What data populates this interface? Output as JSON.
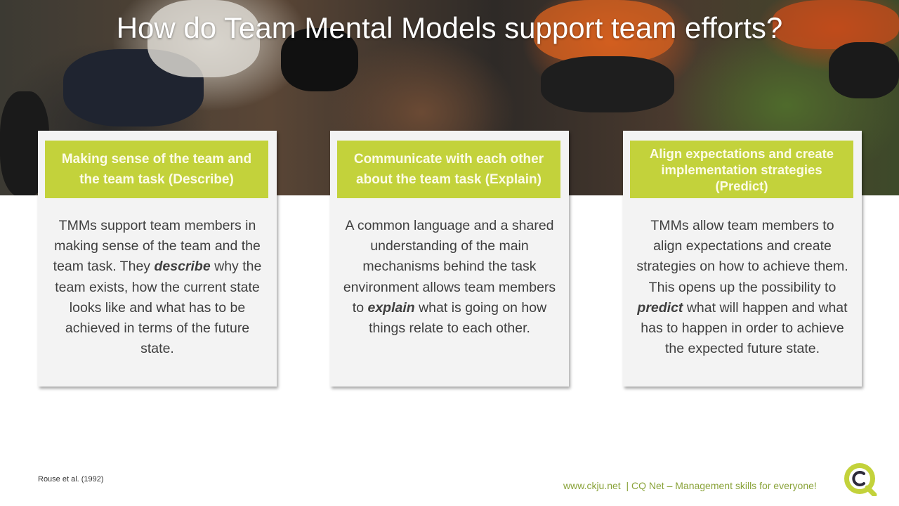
{
  "title": "How do Team Mental Models support team efforts?",
  "cards": [
    {
      "heading": "Making sense of the team and the team task (Describe)",
      "before": "TMMs support team members in making sense of the team and the team task. They ",
      "emphasis": "describe",
      "after": " why the team exists, how the current state looks like and what has to be achieved in terms of the future state."
    },
    {
      "heading": "Communicate with each other about the team task (Explain)",
      "before": "A common language and a shared understanding of the main mechanisms behind the task environment allows team members to ",
      "emphasis": "explain",
      "after": " what is going on how things relate to each other."
    },
    {
      "heading": "Align expectations and create implementation strategies (Predict)",
      "before": "TMMs allow team members to align expectations and create strategies on how to achieve them. This opens up the possibility to ",
      "emphasis": "predict",
      "after": " what will happen and what has to happen in order to achieve the expected future state."
    }
  ],
  "citation": "Rouse et al. (1992)",
  "footer": "www.ckju.net  | CQ Net – Management skills for everyone!",
  "logo_text": "CQ",
  "colors": {
    "accent": "#c3d23b",
    "footer": "#8aa33a"
  }
}
